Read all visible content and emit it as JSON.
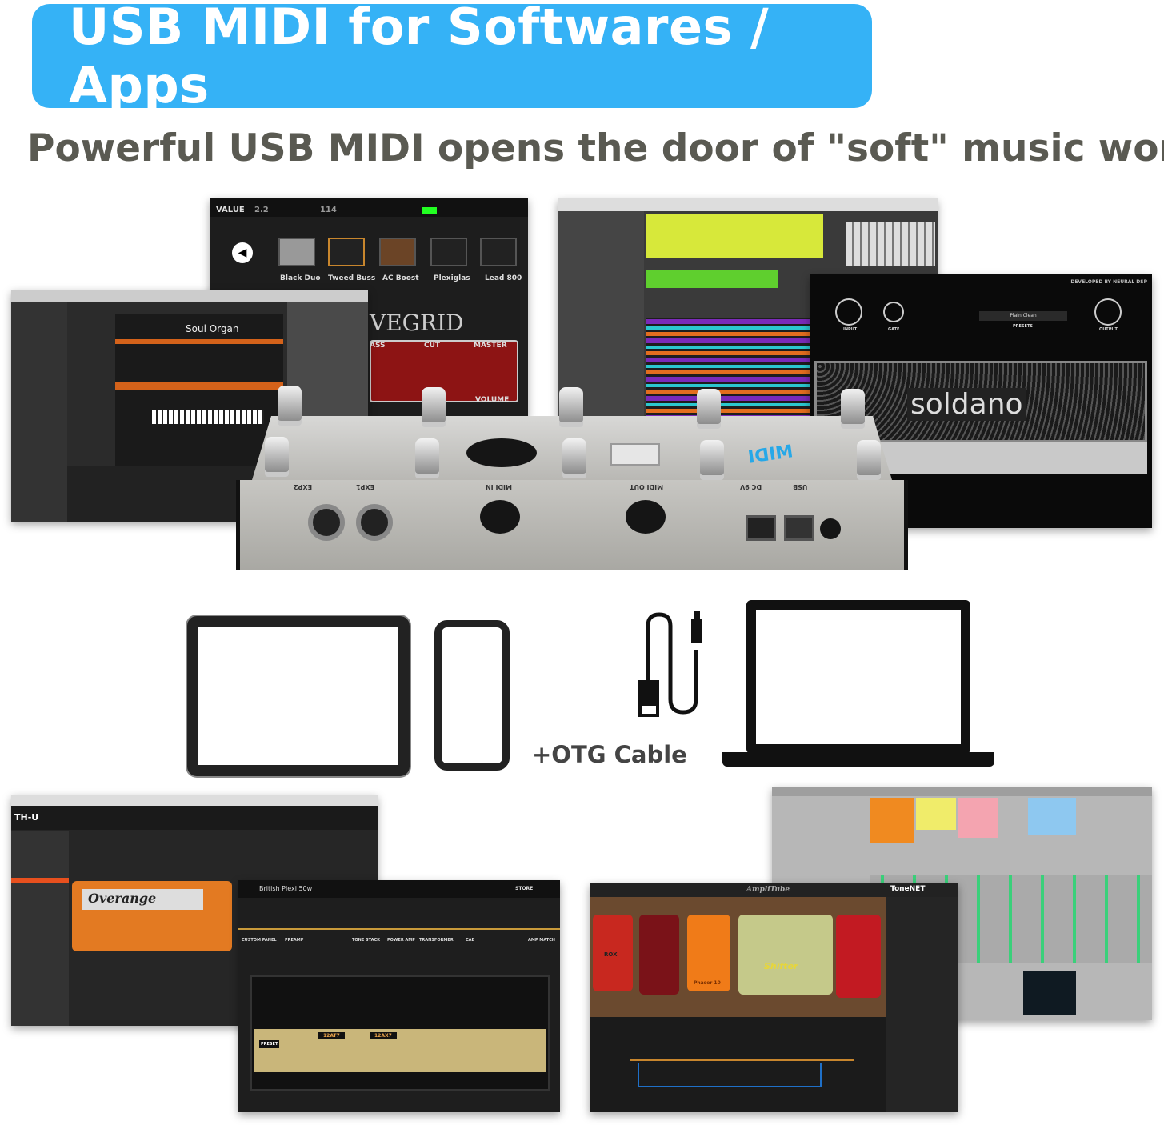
{
  "banner": {
    "title": "USB MIDI for Softwares / Apps",
    "color": "#35b2f6"
  },
  "subtitle": "Powerful USB MIDI opens the door of \"soft\" music world",
  "screens": {
    "amp_app": {
      "value_label": "VALUE",
      "value": "2.2",
      "bpm": "114",
      "amps": [
        "Black Duo",
        "Tweed Buss",
        "AC Boost",
        "Plexiglas",
        "Lead 800"
      ],
      "brand": "VEGRID",
      "controls": [
        "ASS",
        "CUT",
        "MASTER",
        "VOLUME"
      ]
    },
    "logic": {
      "instrument": "Soul Organ"
    },
    "soldano": {
      "brand": "soldano",
      "developer": "DEVELOPED BY NEURAL DSP",
      "preset": "Plain Clean",
      "presets_label": "PRESETS",
      "input_label": "INPUT",
      "gate_label": "GATE",
      "output_label": "OUTPUT"
    },
    "thu": {
      "logo": "TH-U",
      "amp": "Overange"
    },
    "bias": {
      "preset": "British Plexi 50w",
      "store": "STORE",
      "chain": [
        "CUSTOM PANEL",
        "PREAMP",
        "TONE STACK",
        "POWER AMP",
        "TRANSFORMER",
        "CAB",
        "AMP MATCH"
      ],
      "preset_label": "PRESET",
      "tube1": "12AT7",
      "tube2": "12AX7"
    },
    "amplitube": {
      "title": "AmpliTube",
      "tonenet": "ToneNET",
      "pedal1": "ROX",
      "pedal2": "Phaser 10",
      "pedal3": "Shifter"
    }
  },
  "device": {
    "label": "MIDI",
    "ports": [
      "USB",
      "DC 9V",
      "MIDI OUT",
      "MIDI IN",
      "EXP2",
      "EXP1"
    ]
  },
  "connections": {
    "otg_label": "+OTG Cable",
    "icons": [
      "tablet-icon",
      "phone-icon",
      "usb-cable-icon",
      "laptop-icon"
    ]
  }
}
